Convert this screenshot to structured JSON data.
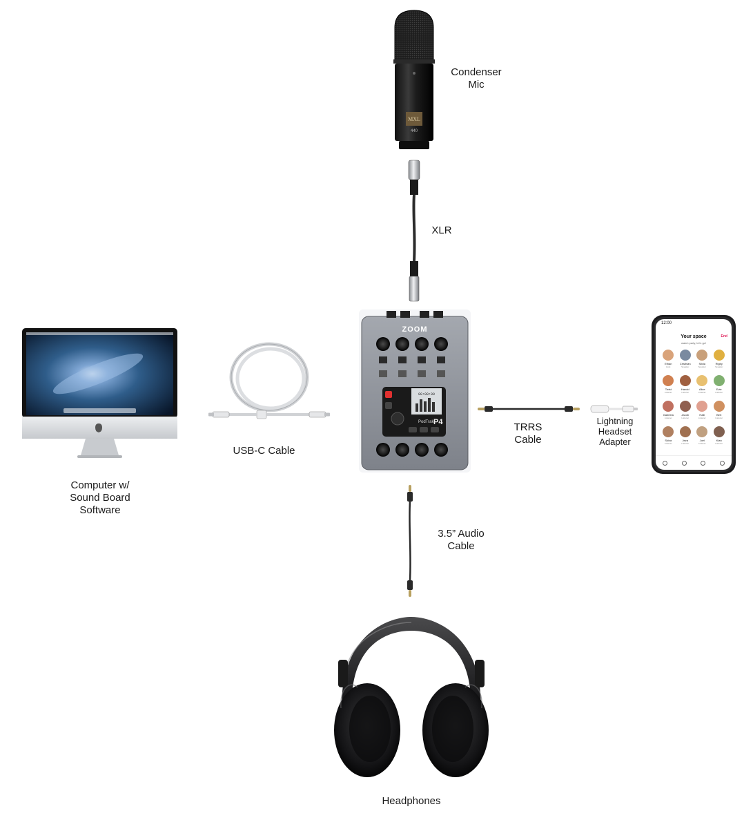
{
  "nodes": {
    "mic": {
      "lines": [
        "Condenser",
        "Mic"
      ],
      "brand": "MXL",
      "model": "440"
    },
    "xlr": {
      "lines": [
        "XLR"
      ]
    },
    "recorder": {
      "brand": "ZOOM",
      "model": "P4",
      "series": "PodTrak",
      "screen_text": "00:00:00"
    },
    "computer": {
      "lines": [
        "Computer w/",
        "Sound Board",
        "Software"
      ]
    },
    "usbc": {
      "lines": [
        "USB-C  Cable"
      ]
    },
    "trrs": {
      "lines": [
        "TRRS",
        "Cable"
      ]
    },
    "adapter": {
      "lines": [
        "Lightning",
        "Headset",
        "Adapter"
      ]
    },
    "audio_cable": {
      "lines": [
        "3.5” Audio",
        "Cable"
      ]
    },
    "headphones": {
      "lines": [
        "Headphones"
      ]
    }
  },
  "phone": {
    "time": "12:00",
    "title": "Your space",
    "end": "End",
    "subtitle": "watch party, let's go!",
    "people": [
      {
        "name": "Ethan",
        "role": "Host",
        "color": "#d9a37a"
      },
      {
        "name": "Cristhian",
        "role": "Speaker",
        "color": "#7a8aa0"
      },
      {
        "name": "Silvia",
        "role": "Speaker",
        "color": "#c9a07a"
      },
      {
        "name": "Rigby",
        "role": "Speaker",
        "color": "#e0b040"
      },
      {
        "name": "Twist",
        "role": "Listener",
        "color": "#d08050"
      },
      {
        "name": "Harold",
        "role": "Listener",
        "color": "#a06040"
      },
      {
        "name": "Alice",
        "role": "Listener",
        "color": "#e8c070"
      },
      {
        "name": "Evie",
        "role": "Listener",
        "color": "#80b070"
      },
      {
        "name": "Gabriela",
        "role": "Listener",
        "color": "#c07060"
      },
      {
        "name": "Jacob",
        "role": "Listener",
        "color": "#906050"
      },
      {
        "name": "Haili",
        "role": "Listener",
        "color": "#e0a090"
      },
      {
        "name": "Bert",
        "role": "Listener",
        "color": "#d09060"
      },
      {
        "name": "Skiza",
        "role": "Listener",
        "color": "#b08060"
      },
      {
        "name": "Jeza",
        "role": "Listener",
        "color": "#a07050"
      },
      {
        "name": "Joel",
        "role": "Listener",
        "color": "#c0a080"
      },
      {
        "name": "Kian",
        "role": "Listener",
        "color": "#806050"
      }
    ]
  },
  "colors": {
    "cable": "#2b2b2b",
    "metal": "#b9bcc2",
    "device_body": "#8c9099",
    "screen_blue": "#2f5d8a"
  }
}
